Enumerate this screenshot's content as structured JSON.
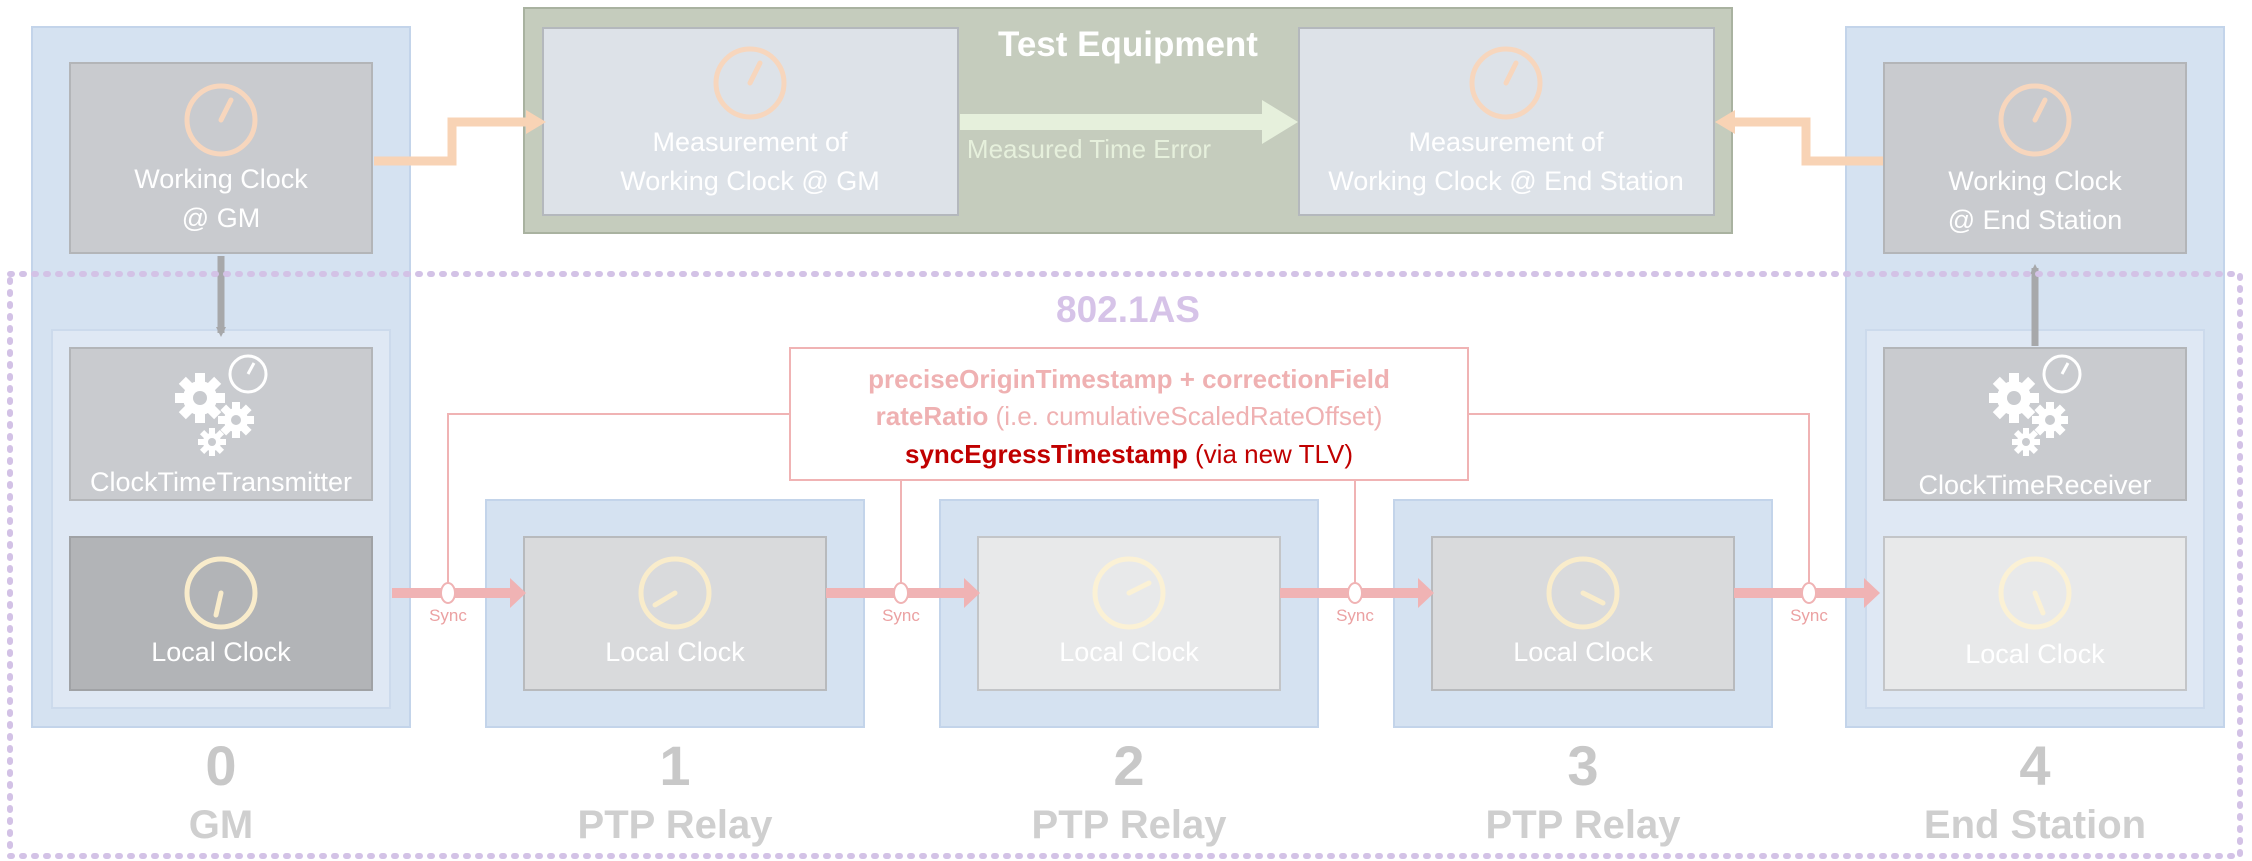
{
  "colors": {
    "node_panel": "#d5e2f1",
    "node_panel_border": "#c3d4ea",
    "inner_panel": "#dfe8f4",
    "clock_box_gray": "#c9cbcf",
    "clock_box_dark": "#b2b4b7",
    "clock_box_light": "#d9dadc",
    "clock_box_lighter": "#e8e9ea",
    "test_equipment_bg": "#c5ccbd",
    "test_equipment_border": "#a9b2a0",
    "measurement_box": "#dde2e8",
    "orange_arrow": "#f8d3b5",
    "green_arrow": "#e6f0dc",
    "gray_arrow": "#a7a8aa",
    "sync_arrow": "#f0b3b4",
    "sync_text": "#eba1a2",
    "dotted_border": "#d3c2e6",
    "as_title": "#d6c3e8",
    "info_box_border": "#f0b3b4",
    "info_text_pink": "#efb1b2",
    "info_text_red": "#c00000",
    "number_text": "#c8c8c8",
    "role_text": "#cfcfcf",
    "white": "#ffffff"
  },
  "test_equipment": {
    "title": "Test Equipment",
    "left_measurement": [
      "Measurement of",
      "Working Clock @ GM"
    ],
    "right_measurement": [
      "Measurement of",
      "Working Clock @ End Station"
    ],
    "measured_label": "Measured Time Error"
  },
  "as_label": "802.1AS",
  "info_box": {
    "line1": "preciseOriginTimestamp + correctionField",
    "line2_bold": "rateRatio",
    "line2_rest": " (i.e. cumulativeScaledRateOffset)",
    "line3_bold": "syncEgressTimestamp",
    "line3_rest": " (via new TLV)"
  },
  "sync_label": "Sync",
  "nodes": [
    {
      "number": "0",
      "role": "GM",
      "working_clock": [
        "Working Clock",
        "@ GM"
      ],
      "function_label": "ClockTimeTransmitter",
      "local_clock": "Local Clock"
    },
    {
      "number": "1",
      "role": "PTP Relay",
      "local_clock": "Local Clock"
    },
    {
      "number": "2",
      "role": "PTP Relay",
      "local_clock": "Local Clock"
    },
    {
      "number": "3",
      "role": "PTP Relay",
      "local_clock": "Local Clock"
    },
    {
      "number": "4",
      "role": "End Station",
      "working_clock": [
        "Working Clock",
        "@ End Station"
      ],
      "function_label": "ClockTimeReceiver",
      "local_clock": "Local Clock"
    }
  ]
}
